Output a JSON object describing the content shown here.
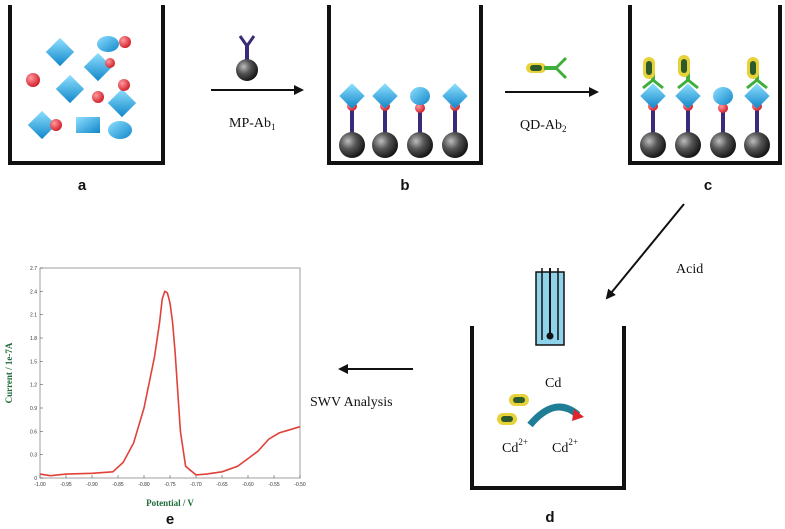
{
  "panels": {
    "a": "a",
    "b": "b",
    "c": "c",
    "d": "d",
    "e": "e"
  },
  "steps": {
    "mp_ab1_main": "MP-Ab",
    "mp_ab1_sub": "1",
    "qd_ab2_main": "QD-Ab",
    "qd_ab2_sub": "2",
    "acid": "Acid",
    "swv": "SWV Analysis"
  },
  "panel_d": {
    "cd": "Cd",
    "cd_ion_left": "Cd",
    "cd_ion_right": "Cd",
    "charge": "2+"
  },
  "colors": {
    "antigen_blue": "#1aa0e0",
    "label_red": "#e0242c",
    "antibody_purple": "#3b2a78",
    "bead_dark": "#2a2a2a",
    "qd_green": "#3fae3a",
    "qd_yellow": "#e8d23a",
    "curve_red": "#e0423a",
    "beaker_water": "#8fd3ea"
  },
  "chart_data": {
    "type": "line",
    "title": "",
    "xlabel": "Potential / V",
    "ylabel": "Current / 1e-7A",
    "xlim": [
      -1.0,
      -0.5
    ],
    "ylim": [
      0.0,
      2.7
    ],
    "x_ticks": [
      "-1.00",
      "-0.95",
      "-0.90",
      "-0.85",
      "-0.80",
      "-0.75",
      "-0.70",
      "-0.65",
      "-0.60",
      "-0.55",
      "-0.50"
    ],
    "y_ticks": [
      "0",
      "0.3",
      "0.6",
      "0.9",
      "1.2",
      "1.5",
      "1.8",
      "2.1",
      "2.4",
      "2.7"
    ],
    "series": [
      {
        "x": [
          -1.0,
          -0.98,
          -0.95,
          -0.9,
          -0.86,
          -0.84,
          -0.82,
          -0.8,
          -0.78,
          -0.77,
          -0.765,
          -0.76,
          -0.755,
          -0.75,
          -0.745,
          -0.74,
          -0.735,
          -0.73,
          -0.72,
          -0.7,
          -0.68,
          -0.65,
          -0.62,
          -0.6,
          -0.58,
          -0.56,
          -0.54,
          -0.52,
          -0.5
        ],
        "y": [
          0.05,
          0.03,
          0.05,
          0.06,
          0.08,
          0.2,
          0.45,
          0.9,
          1.55,
          2.0,
          2.3,
          2.4,
          2.38,
          2.25,
          2.0,
          1.6,
          1.1,
          0.6,
          0.15,
          0.04,
          0.05,
          0.08,
          0.15,
          0.25,
          0.35,
          0.5,
          0.58,
          0.62,
          0.66
        ]
      }
    ]
  }
}
